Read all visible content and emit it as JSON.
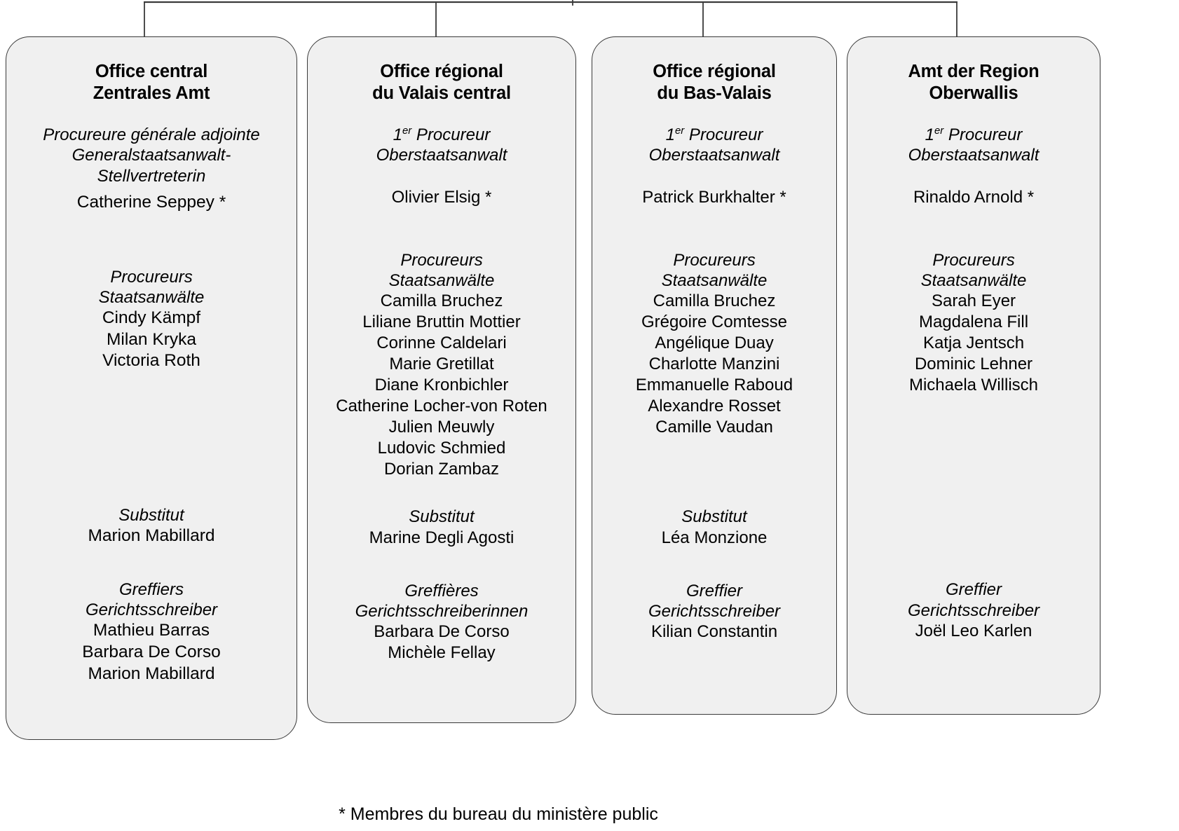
{
  "diagram": {
    "title_note": "* Membres du bureau du ministère public",
    "line_color": "#3a3a3a",
    "box_fill": "#f0f0f0"
  },
  "columns": [
    {
      "id": "office-central",
      "title": "Office central\nZentrales Amt",
      "head_role": "Procureure générale adjointe\nGeneralstaatsanwalt-\nStellvertreterin",
      "head_role_sup": "",
      "head_person": "Catherine Seppey *",
      "prosecutors_label": "Procureurs\nStaatsanwälte",
      "prosecutors": [
        "Cindy Kämpf",
        "Milan Kryka",
        "Victoria Roth"
      ],
      "substitut_label": "Substitut",
      "substituts": [
        "Marion Mabillard"
      ],
      "clerk_label": "Greffiers\nGerichtsschreiber",
      "clerks": [
        "Mathieu Barras",
        "Barbara De Corso",
        "Marion Mabillard"
      ]
    },
    {
      "id": "office-regional-valais-central",
      "title": "Office régional\ndu Valais central",
      "head_role_prefix": "1",
      "head_role_sup": "er",
      "head_role": " Procureur\nOberstaatsanwalt",
      "head_person": "Olivier Elsig *",
      "prosecutors_label": "Procureurs\nStaatsanwälte",
      "prosecutors": [
        "Camilla Bruchez",
        "Liliane Bruttin Mottier",
        "Corinne Caldelari",
        "Marie Gretillat",
        "Diane Kronbichler",
        "Catherine Locher-von Roten",
        "Julien Meuwly",
        "Ludovic Schmied",
        "Dorian Zambaz"
      ],
      "substitut_label": "Substitut",
      "substituts": [
        "Marine Degli Agosti"
      ],
      "clerk_label": "Greffières\nGerichtsschreiberinnen",
      "clerks": [
        "Barbara De Corso",
        "Michèle Fellay"
      ]
    },
    {
      "id": "office-regional-bas-valais",
      "title": "Office régional\ndu Bas-Valais",
      "head_role_prefix": "1",
      "head_role_sup": "er",
      "head_role": " Procureur\nOberstaatsanwalt",
      "head_person": "Patrick Burkhalter *",
      "prosecutors_label": "Procureurs\nStaatsanwälte",
      "prosecutors": [
        "Camilla Bruchez",
        "Grégoire Comtesse",
        "Angélique Duay",
        "Charlotte Manzini",
        "Emmanuelle Raboud",
        "Alexandre Rosset",
        "Camille Vaudan"
      ],
      "substitut_label": "Substitut",
      "substituts": [
        "Léa Monzione"
      ],
      "clerk_label": "Greffier\nGerichtsschreiber",
      "clerks": [
        "Kilian Constantin"
      ]
    },
    {
      "id": "amt-der-region-oberwallis",
      "title": "Amt der Region\nOberwallis",
      "head_role_prefix": "1",
      "head_role_sup": "er",
      "head_role": " Procureur\nOberstaatsanwalt",
      "head_person": "Rinaldo Arnold *",
      "prosecutors_label": "Procureurs\nStaatsanwälte",
      "prosecutors": [
        "Sarah Eyer",
        "Magdalena Fill",
        "Katja Jentsch",
        "Dominic Lehner",
        "Michaela Willisch"
      ],
      "substitut_label": "",
      "substituts": [],
      "clerk_label": "Greffier\nGerichtsschreiber",
      "clerks": [
        "Joël Leo Karlen"
      ]
    }
  ]
}
